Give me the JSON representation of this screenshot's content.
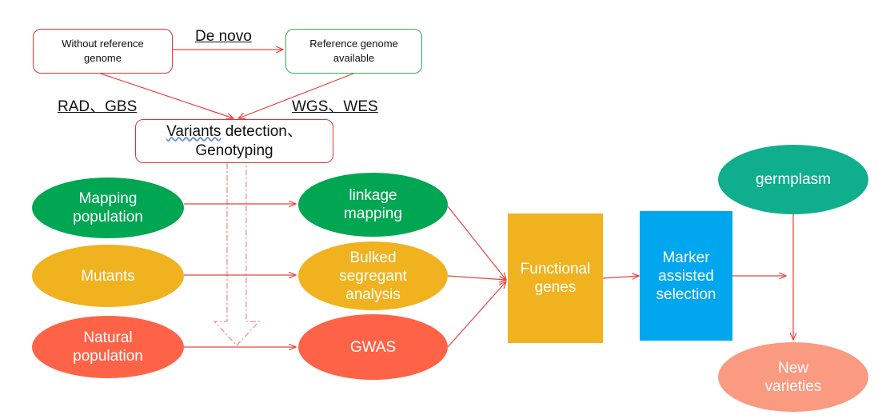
{
  "nodes": {
    "without_ref": {
      "lines": [
        "Without reference",
        "genome"
      ]
    },
    "ref_available": {
      "lines": [
        "Reference genome",
        "available"
      ]
    },
    "variants": {
      "line1_a": "Variants",
      "line1_b": " detection、",
      "line2": "Genotyping"
    },
    "mapping_pop": {
      "lines": [
        "Mapping",
        "population"
      ]
    },
    "mutants": {
      "lines": [
        "Mutants"
      ]
    },
    "natural_pop": {
      "lines": [
        "Natural",
        "population"
      ]
    },
    "linkage": {
      "lines": [
        "linkage",
        "mapping"
      ]
    },
    "bsa": {
      "lines": [
        "Bulked",
        "segregant",
        "analysis"
      ]
    },
    "gwas": {
      "lines": [
        "GWAS"
      ]
    },
    "functional": {
      "lines": [
        "Functional",
        "genes"
      ]
    },
    "mas": {
      "lines": [
        "Marker",
        "assisted",
        "selection"
      ]
    },
    "germplasm": {
      "lines": [
        "germplasm"
      ]
    },
    "new_varieties": {
      "lines": [
        "New",
        "varieties"
      ]
    }
  },
  "labels": {
    "de_novo": "De novo",
    "rad_gbs": "RAD、GBS",
    "wgs_wes": "WGS、WES"
  },
  "colors": {
    "green": "#00a651",
    "yellow": "#f0b21f",
    "orange_red": "#ff6347",
    "salmon": "#fa9a80",
    "teal": "#0fae8c",
    "blue": "#00a7ee",
    "box_red": "#e0342f",
    "box_green": "#37a854",
    "arrow": "#e8433d"
  }
}
